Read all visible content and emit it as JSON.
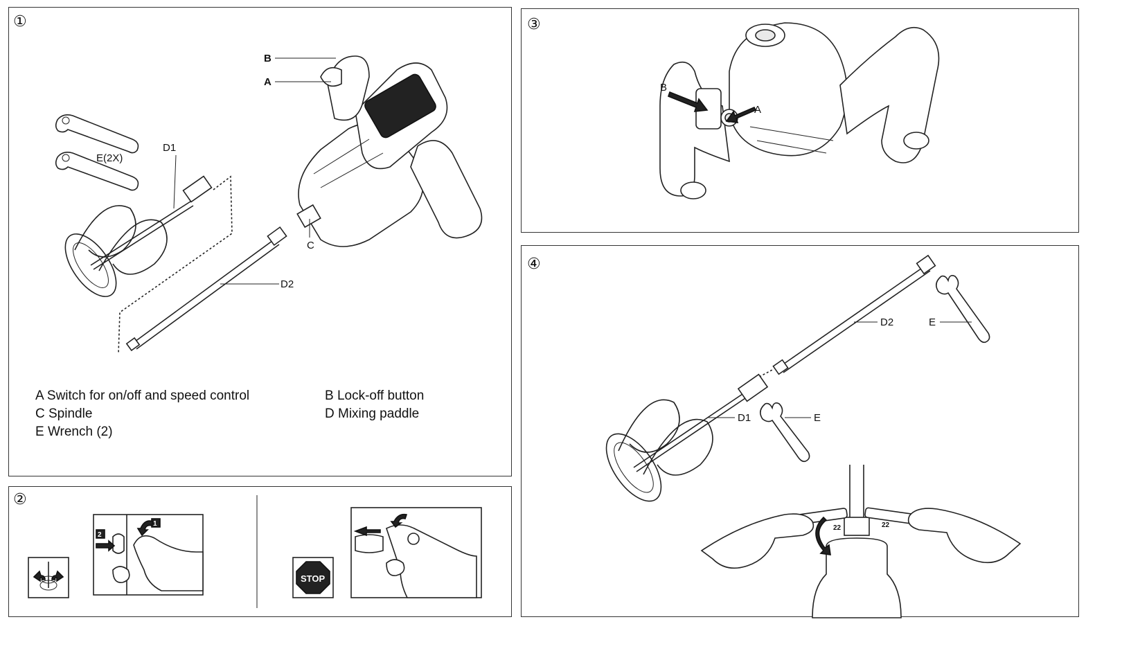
{
  "panels": {
    "p1": {
      "number": "①"
    },
    "p2": {
      "number": "②"
    },
    "p3": {
      "number": "③"
    },
    "p4": {
      "number": "④"
    }
  },
  "p1_labels": {
    "a": "A",
    "b": "B",
    "c": "C",
    "d1": "D1",
    "d2": "D2",
    "e2x": "E(2X)"
  },
  "legend": {
    "a": "A Switch for on/off and speed control",
    "b": "B Lock-off button",
    "c": "C Spindle",
    "d": "D Mixing paddle",
    "e": "E Wrench (2)"
  },
  "p2_labels": {
    "step1": "1",
    "step2": "2",
    "stop": "STOP"
  },
  "p3_labels": {
    "a": "A",
    "b": "B"
  },
  "p4_labels": {
    "d1": "D1",
    "d2": "D2",
    "e_top": "E",
    "e_mid": "E",
    "wrench_size_left": "22",
    "wrench_size_right": "22"
  },
  "colors": {
    "ink": "#1a1a1a",
    "border": "#333333"
  }
}
